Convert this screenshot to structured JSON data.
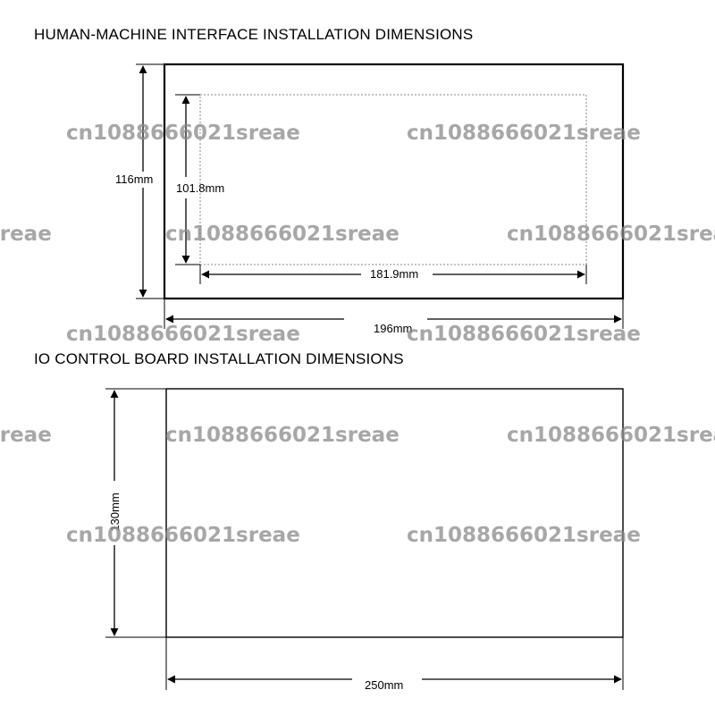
{
  "hmi": {
    "title": "HUMAN-MACHINE INTERFACE INSTALLATION DIMENSIONS",
    "outer_height_label": "116mm",
    "inner_height_label": "101.8mm",
    "inner_width_label": "181.9mm",
    "outer_width_label": "196mm"
  },
  "io_board": {
    "title": "IO CONTROL BOARD INSTALLATION DIMENSIONS",
    "height_label": "130mm",
    "width_label": "250mm"
  },
  "watermark": {
    "text": "cn1088666021sreae",
    "color": "#8a8a8a"
  }
}
